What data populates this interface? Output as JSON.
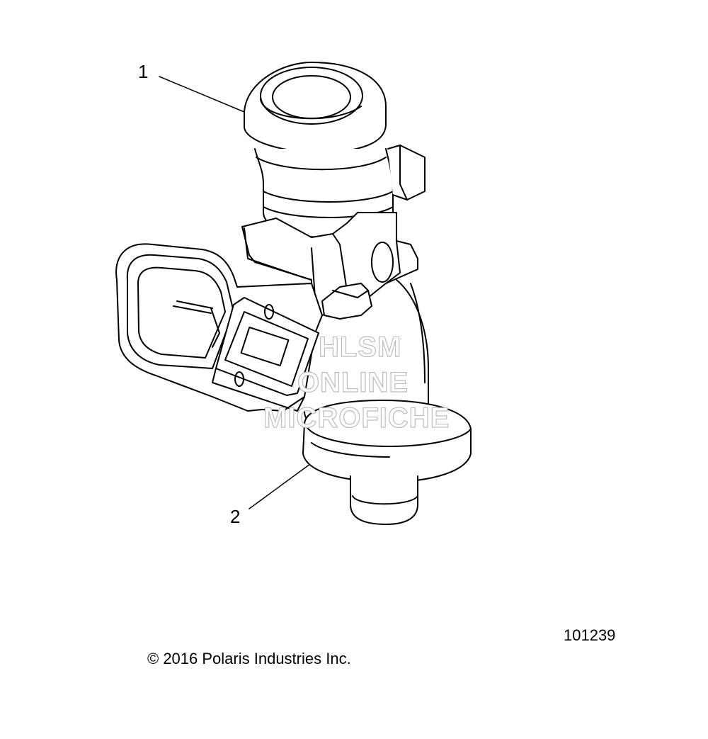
{
  "callouts": [
    {
      "label": "1"
    },
    {
      "label": "2"
    }
  ],
  "drawing_number": "101239",
  "copyright": "© 2016 Polaris Industries Inc.",
  "watermark": [
    "HLSM",
    "ONLINE",
    "MICROFICHE"
  ],
  "colors": {
    "line": "#000000",
    "background": "#ffffff",
    "watermark": "#bdbdbd"
  }
}
